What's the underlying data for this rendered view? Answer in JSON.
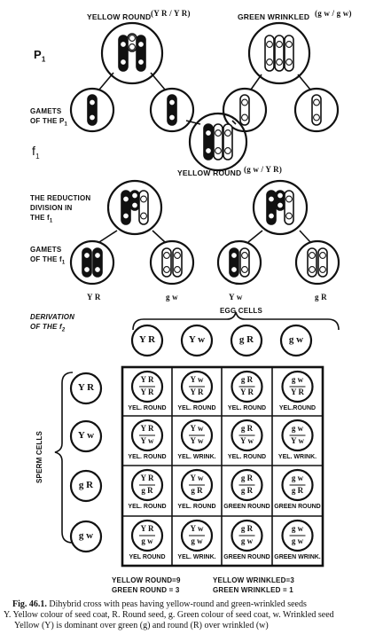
{
  "labels": {
    "p1_yellow_round": "YELLOW ROUND",
    "p1_yellow_round_geno": "(Y R / Y R)",
    "p1_green_wrinkled": "GREEN WRINKLED",
    "p1_green_wrinkled_geno": "(g w / g w)",
    "p1": "P",
    "p1_sub": "1",
    "gametes_p1_l1": "GAMETS",
    "gametes_p1_l2": "OF THE P",
    "gametes_p1_sub": "1",
    "f1": "f",
    "f1_sub": "1",
    "f1_yellow_round": "YELLOW ROUND",
    "f1_geno": "(g w / Y R)",
    "reduction_l1": "THE REDUCTION",
    "reduction_l2": "DIVISION  IN",
    "reduction_l3": "THE  f",
    "reduction_sub": "1",
    "gametes_f1_l1": "GAMETS",
    "gametes_f1_l2": "OF THE f",
    "gametes_f1_sub": "1",
    "gam_yr": "Y R",
    "gam_gw": "g w",
    "gam_yw": "Y w",
    "gam_gr": "g R",
    "derivation_l1": "DERIVATION",
    "derivation_l2": "OF THE f",
    "derivation_sub": "2",
    "egg_cells": "EGG CELLS",
    "sperm_cells": "SPERM CELLS"
  },
  "egg_gametes": [
    "Y R",
    "Y w",
    "g R",
    "g w"
  ],
  "sperm_gametes": [
    "Y R",
    "Y w",
    "g R",
    "g w"
  ],
  "grid": [
    [
      {
        "top": "Y R",
        "bot": "Y R",
        "label": "YEL. ROUND"
      },
      {
        "top": "Y w",
        "bot": "Y R",
        "label": "YEL. ROUND"
      },
      {
        "top": "g R",
        "bot": "Y R",
        "label": "YEL. ROUND"
      },
      {
        "top": "g w",
        "bot": "Y R",
        "label": "YEL.ROUND"
      }
    ],
    [
      {
        "top": "Y R",
        "bot": "Y w",
        "label": "YEL. ROUND"
      },
      {
        "top": "Y w",
        "bot": "Y w",
        "label": "YEL. WRINK."
      },
      {
        "top": "g R",
        "bot": "Y w",
        "label": "YEL. ROUND"
      },
      {
        "top": "g w",
        "bot": "Y w",
        "label": "YEL. WRINK."
      }
    ],
    [
      {
        "top": "Y R",
        "bot": "g R",
        "label": "YEL. ROUND"
      },
      {
        "top": "Y w",
        "bot": "g R",
        "label": "YEL. ROUND"
      },
      {
        "top": "g R",
        "bot": "g R",
        "label": "GREEN ROUND"
      },
      {
        "top": "g w",
        "bot": "g R",
        "label": "GREEN ROUND"
      }
    ],
    [
      {
        "top": "Y R",
        "bot": "g w",
        "label": "YEL ROUND"
      },
      {
        "top": "Y w",
        "bot": "g w",
        "label": "YEL. WRINK."
      },
      {
        "top": "g R",
        "bot": "g w",
        "label": "GREEN ROUND"
      },
      {
        "top": "g w",
        "bot": "g w",
        "label": "GREEN WRINK."
      }
    ]
  ],
  "totals": {
    "yellow_round": "YELLOW ROUND=9",
    "yellow_wrinkled": "YELLOW  WRINKLED=3",
    "green_round": "GREEN ROUND = 3",
    "green_wrinkled": "GREEN WRINKLED = 1"
  },
  "caption": {
    "fig_no": "Fig. 46.1.",
    "line1": "Dihybrid cross with peas having yellow-round and green-wrinkled seeds",
    "line2": "Y. Yellow colour of seed coat, R. Round seed, g. Green colour of seed coat, w. Wrinkled seed",
    "line3": "Yellow (Y) is dominant over green (g) and round (R) over wrinkled (w)"
  }
}
